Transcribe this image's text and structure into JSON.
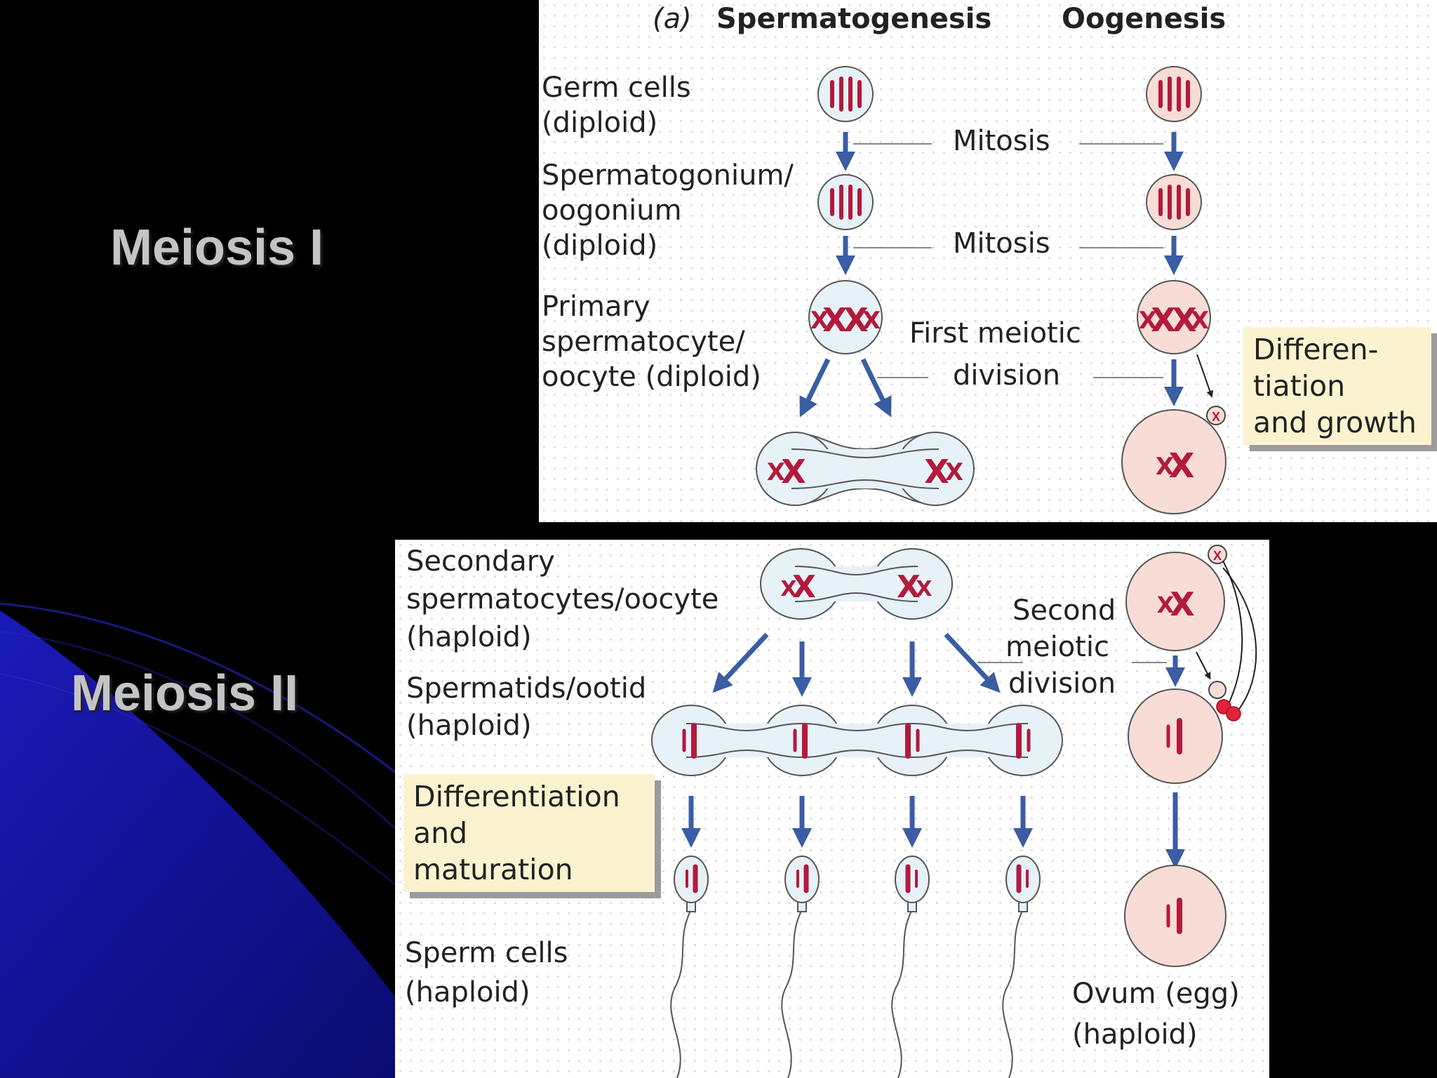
{
  "slide": {
    "meiosis_1_label": "Meiosis I",
    "meiosis_2_label": "Meiosis II",
    "colors": {
      "background": "#000000",
      "swoosh": "#1515a8",
      "cell_fill_sperm": "#e6f1f8",
      "cell_fill_egg": "#f8ddd6",
      "chromosome": "#b31a3c",
      "arrow": "#3a5da3",
      "note_fill": "#fbf3cf"
    }
  },
  "diagram_top": {
    "part_label": "(a)",
    "spermatogenesis_heading": "Spermatogenesis",
    "oogenesis_heading": "Oogenesis",
    "germ_cells_line1": "Germ cells",
    "germ_cells_line2": "(diploid)",
    "mitosis_1": "Mitosis",
    "spermatogonium_line1": "Spermatogonium/",
    "spermatogonium_line2": "oogonium",
    "spermatogonium_line3": "(diploid)",
    "mitosis_2": "Mitosis",
    "primary_line1": "Primary",
    "primary_line2": "spermatocyte/",
    "primary_line3": "oocyte (diploid)",
    "first_meiotic_line1": "First meiotic",
    "first_meiotic_line2": "division",
    "differentiation_growth": "Differen-\ntiation\nand growth"
  },
  "diagram_bottom": {
    "secondary_line1": "Secondary",
    "secondary_line2": "spermatocytes/oocyte",
    "secondary_line3": "(haploid)",
    "second_meiotic_line1": "Second",
    "second_meiotic_line2": "meiotic",
    "second_meiotic_line3": "division",
    "spermatids_line1": "Spermatids/ootid",
    "spermatids_line2": "(haploid)",
    "differentiation_maturation": "Differentiation\nand\nmaturation",
    "sperm_cells_line1": "Sperm cells",
    "sperm_cells_line2": "(haploid)",
    "ovum_line1": "Ovum (egg)",
    "ovum_line2": "(haploid)"
  }
}
